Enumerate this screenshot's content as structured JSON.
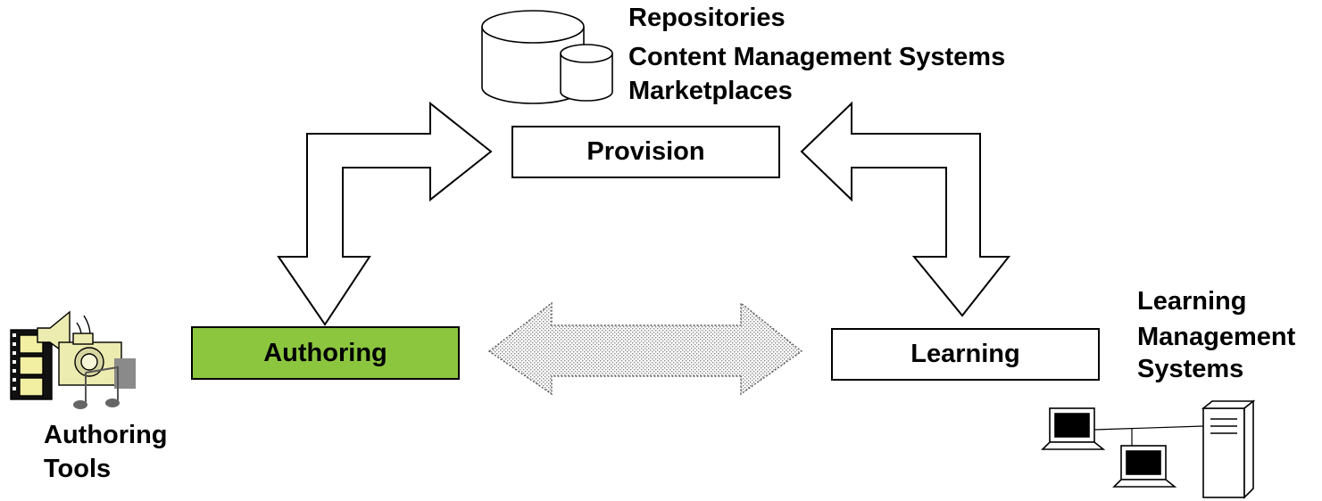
{
  "provision": {
    "label": "Provision",
    "description_lines": [
      "Repositories",
      "Content Management Systems",
      "Marketplaces"
    ],
    "icon": "database-icon"
  },
  "authoring": {
    "label": "Authoring",
    "fill": "#8cc63f",
    "tools_lines": [
      "Authoring",
      "Tools"
    ],
    "icon": "media-clipart-icon"
  },
  "learning": {
    "label": "Learning",
    "description_lines": [
      "Learning",
      "Management",
      "Systems"
    ],
    "icon": "network-computers-icon"
  },
  "colors": {
    "stroke": "#000000",
    "background": "#ffffff",
    "authoring_fill": "#8cc63f",
    "dotted_arrow": "#b0b0b0"
  }
}
